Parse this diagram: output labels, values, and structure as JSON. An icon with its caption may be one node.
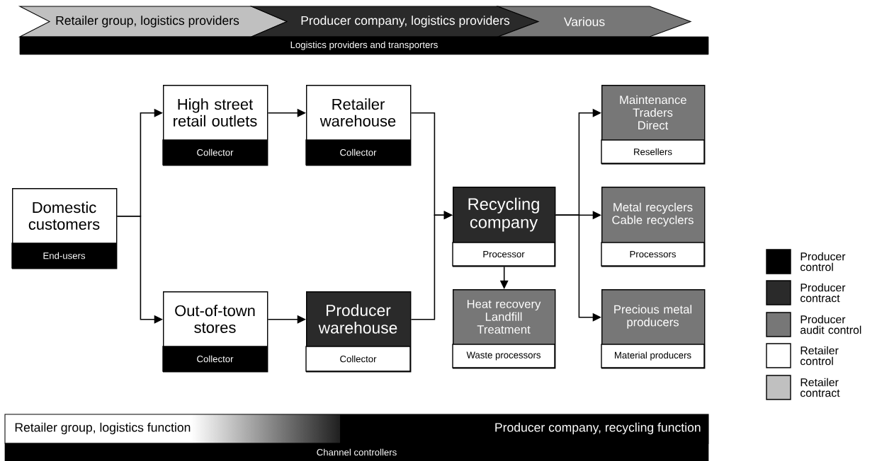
{
  "diagram": {
    "nodes": [
      {
        "text": [
          "Retailer group, logistics providers"
        ]
      },
      {
        "text": [
          "Producer company, logistics providers"
        ]
      },
      {
        "text": [
          "Various"
        ]
      },
      {
        "text": [
          "Logistics providers and transporters"
        ]
      },
      {
        "text": [
          "Domestic customers",
          "End-users"
        ]
      },
      {
        "text": [
          "High street retail outlets",
          "Collector"
        ]
      },
      {
        "text": [
          "Retailer warehouse",
          "Collector"
        ]
      },
      {
        "text": [
          "Out-of-town stores",
          "Collector"
        ]
      },
      {
        "text": [
          "Producer warehouse",
          "Collector"
        ]
      },
      {
        "text": [
          "Recycling company",
          "Processor"
        ]
      },
      {
        "text": [
          "Heat recovery Landfill Treatment",
          "Waste processors"
        ]
      },
      {
        "text": [
          "Maintenance Traders Direct",
          "Resellers"
        ]
      },
      {
        "text": [
          "Metal recyclers Cable recyclers",
          "Processors"
        ]
      },
      {
        "text": [
          "Precious metal producers",
          "Material producers"
        ]
      },
      {
        "text": [
          "Retailer group, logistics function",
          "Producer company, recycling function"
        ]
      },
      {
        "text": [
          "Channel controllers"
        ]
      }
    ],
    "edges": [
      {
        "from": 4,
        "to": 5,
        "arrow": "to"
      },
      {
        "from": 4,
        "to": 7,
        "arrow": "to"
      },
      {
        "from": 5,
        "to": 6,
        "arrow": "to"
      },
      {
        "from": 7,
        "to": 8,
        "arrow": "to"
      },
      {
        "from": 6,
        "to": 9,
        "arrow": "to"
      },
      {
        "from": 8,
        "to": 9,
        "arrow": "to"
      },
      {
        "from": 9,
        "to": 10,
        "arrow": "to"
      },
      {
        "from": 9,
        "to": 11,
        "arrow": "to"
      },
      {
        "from": 9,
        "to": 12,
        "arrow": "to"
      },
      {
        "from": 9,
        "to": 13,
        "arrow": "to"
      }
    ],
    "legend": [
      {
        "text": "Producer control",
        "color": "#000000"
      },
      {
        "text": "Producer contract",
        "color": "#2a2a2a"
      },
      {
        "text": "Producer audit control",
        "color": "#777777"
      },
      {
        "text": "Retailer control"
      },
      {
        "text": "Retailer contract",
        "color": "#c0c0c0"
      }
    ]
  }
}
